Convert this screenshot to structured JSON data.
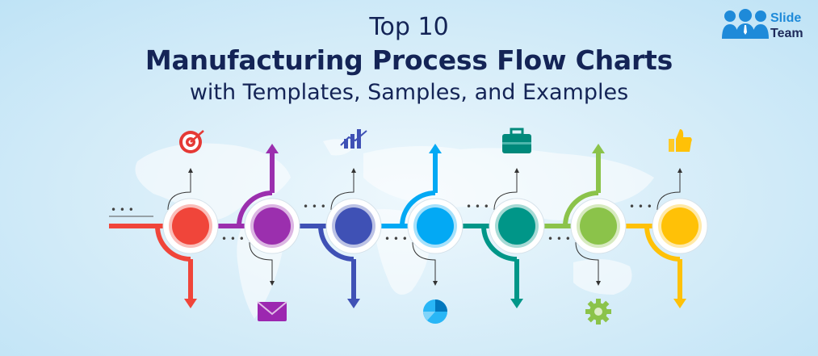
{
  "title": {
    "line1": "Top 10",
    "line2": "Manufacturing Process Flow Charts",
    "line3": "with Templates, Samples, and Examples"
  },
  "logo": {
    "word1": "Slide",
    "word2": "Team",
    "icon": "people-icon"
  },
  "colors": {
    "title": "#142456",
    "background": "#d9eef9",
    "steps": [
      "#f0453a",
      "#9b2fae",
      "#3f51b5",
      "#03a9f4",
      "#009688",
      "#8bc34a",
      "#ffc107"
    ]
  },
  "steps": [
    {
      "color": "#f0453a",
      "icon": "target-icon",
      "icon_side": "top",
      "tail": "down"
    },
    {
      "color": "#9b2fae",
      "icon": "envelope-icon",
      "icon_side": "bottom",
      "tail": "up"
    },
    {
      "color": "#3f51b5",
      "icon": "bar-chart-icon",
      "icon_side": "top",
      "tail": "down"
    },
    {
      "color": "#03a9f4",
      "icon": "pie-chart-icon",
      "icon_side": "bottom",
      "tail": "up"
    },
    {
      "color": "#009688",
      "icon": "briefcase-icon",
      "icon_side": "top",
      "tail": "down"
    },
    {
      "color": "#8bc34a",
      "icon": "gear-icon",
      "icon_side": "bottom",
      "tail": "up"
    },
    {
      "color": "#ffc107",
      "icon": "thumbs-up-icon",
      "icon_side": "top",
      "tail": "down"
    }
  ]
}
